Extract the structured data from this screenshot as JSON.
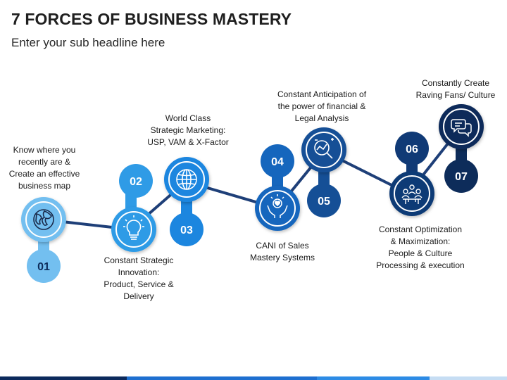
{
  "header": {
    "title": "7 FORCES OF BUSINESS MASTERY",
    "subtitle": "Enter your sub headline here"
  },
  "steps": [
    {
      "number": "01",
      "caption": "Know where you\nrecently are &\nCreate an effective\nbusiness map",
      "icon": "globe-icon",
      "color": "#73bff0"
    },
    {
      "number": "02",
      "caption": "Constant Strategic\nInnovation:\nProduct, Service &\nDelivery",
      "icon": "lightbulb-icon",
      "color": "#2f9be6"
    },
    {
      "number": "03",
      "caption": "World Class\nStrategic Marketing:\nUSP, VAM & X-Factor",
      "icon": "globe-grid-icon",
      "color": "#1c86df"
    },
    {
      "number": "04",
      "caption": "CANI of Sales\nMastery Systems",
      "icon": "hands-heart-icon",
      "color": "#1566bd"
    },
    {
      "number": "05",
      "caption": "Constant Anticipation of\nthe power of financial &\nLegal Analysis",
      "icon": "magnifier-chart-icon",
      "color": "#154f96"
    },
    {
      "number": "06",
      "caption": "Constant Optimization\n& Maximization:\nPeople & Culture\nProcessing & execution",
      "icon": "meeting-people-icon",
      "color": "#103a76"
    },
    {
      "number": "07",
      "caption": "Constantly Create\nRaving Fans/ Culture",
      "icon": "chat-bubbles-icon",
      "color": "#0d2c5a"
    }
  ],
  "colors": {
    "connector": "#1e3f78",
    "footer": [
      "#0c2a5c",
      "#1e6fd0",
      "#2d8be5",
      "#c6ddf3"
    ]
  }
}
